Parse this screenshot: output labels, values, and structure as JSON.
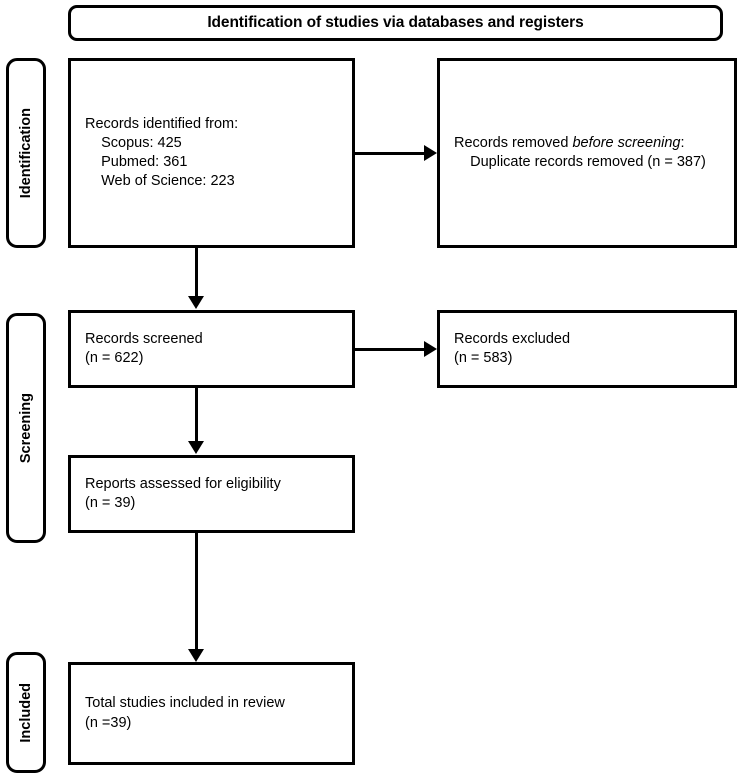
{
  "diagram": {
    "title": "Identification of studies via databases and registers",
    "type": "PRISMA flow diagram"
  },
  "stages": [
    {
      "id": "identification",
      "label": "Identification"
    },
    {
      "id": "screening",
      "label": "Screening"
    },
    {
      "id": "included",
      "label": "Included"
    }
  ],
  "boxes": {
    "records_identified": {
      "heading": "Records identified from:",
      "sources": [
        {
          "name": "Scopus",
          "count": "425"
        },
        {
          "name": "Pubmed",
          "count": "361"
        },
        {
          "name": "Web of Science",
          "count": "223"
        }
      ],
      "line1": "Records identified from:",
      "line2": "    Scopus: 425",
      "line3": "    Pubmed: 361",
      "line4": "    Web of Science: 223"
    },
    "records_removed": {
      "lead": "Records removed ",
      "emphasis": "before screening",
      "lead_end": ":",
      "detail": "    Duplicate records removed (n = 387)",
      "duplicates_removed": "387"
    },
    "records_screened": {
      "line1": "Records screened",
      "line2": "(n = 622)",
      "count": "622"
    },
    "records_excluded": {
      "line1": "Records excluded",
      "line2": "(n = 583)",
      "count": "583"
    },
    "reports_assessed": {
      "line1": "Reports assessed for eligibility",
      "line2": "(n = 39)",
      "count": "39"
    },
    "total_included": {
      "line1": "Total studies included in review",
      "line2": "(n =39)",
      "count": "39"
    }
  },
  "connectors": [
    {
      "id": "identified-to-removed",
      "direction": "right"
    },
    {
      "id": "identified-to-screened",
      "direction": "down"
    },
    {
      "id": "screened-to-excluded",
      "direction": "right"
    },
    {
      "id": "screened-to-assessed",
      "direction": "down"
    },
    {
      "id": "assessed-to-included",
      "direction": "down"
    }
  ],
  "colors": {
    "stroke": "#000000",
    "background": "#ffffff",
    "text": "#000000"
  }
}
